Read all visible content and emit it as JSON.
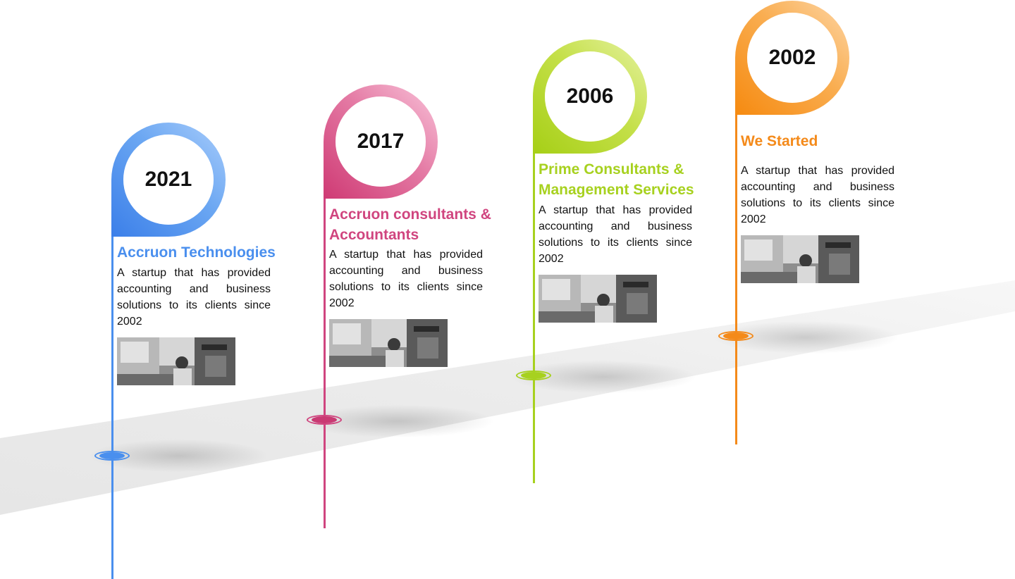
{
  "colors": {
    "blue": "#4a8fee",
    "pink": "#d0457f",
    "green": "#a7d11f",
    "orange": "#f48a1a"
  },
  "milestones": [
    {
      "year": "2021",
      "title": "Accruon Technologies",
      "description": "A startup that has provided accounting and business solutions to its clients since 2002"
    },
    {
      "year": "2017",
      "title": "Accruon consultants & Accountants",
      "description": "A startup that has provided accounting and business solutions to its clients since 2002"
    },
    {
      "year": "2006",
      "title": "Prime Consultants & Management Services",
      "description": "A startup that has provided accounting and business solutions to its clients since 2002"
    },
    {
      "year": "2002",
      "title": "We Started",
      "description": "A startup that has provided accounting and business solutions to its clients since 2002"
    }
  ]
}
